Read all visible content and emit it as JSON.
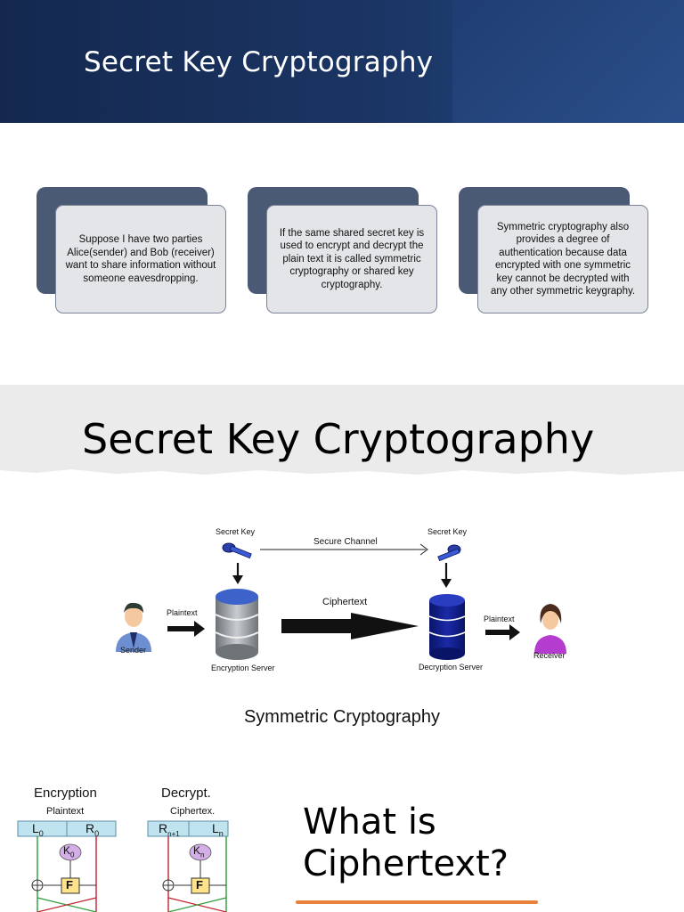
{
  "slide1": {
    "title": "Secret Key Cryptography",
    "cards": [
      {
        "text": "Suppose I have two parties Alice(sender) and Bob (receiver) want to share information without someone eavesdropping."
      },
      {
        "text": "If the same shared secret key is used to encrypt and decrypt the plain text it is called symmetric cryptography or shared key cryptography."
      },
      {
        "text": "Symmetric cryptography also provides a degree of authentication because data encrypted with one symmetric key cannot be decrypted with any other symmetric keygraphy."
      }
    ]
  },
  "slide2": {
    "title": "Secret Key Cryptography",
    "diagram": {
      "secret_key_left": "Secret Key",
      "secret_key_right": "Secret Key",
      "secure_channel": "Secure Channel",
      "plaintext_left": "Plaintext",
      "ciphertext": "Ciphertext",
      "plaintext_right": "Plaintext",
      "sender": "Sender",
      "encryption_server": "Encryption Server",
      "decryption_server": "Decryption Server",
      "receiver": "Receiver"
    },
    "caption": "Symmetric Cryptography"
  },
  "slide3": {
    "encryption_label": "Encryption",
    "decryption_label": "Decrypt.",
    "plaintext_label": "Plaintext",
    "ciphertext_label": "Ciphertex.",
    "l0": "L",
    "l0_sub": "0",
    "r0": "R",
    "r0_sub": "0",
    "rn1": "R",
    "rn1_sub": "n+1",
    "ln": "L",
    "ln_sub": "n",
    "k0": "K",
    "k0_sub": "0",
    "kn": "K",
    "kn_sub": "n",
    "f": "F",
    "title": "What is Ciphertext?",
    "colors": {
      "accent": "#e8813c",
      "header": "#1b3563"
    }
  }
}
